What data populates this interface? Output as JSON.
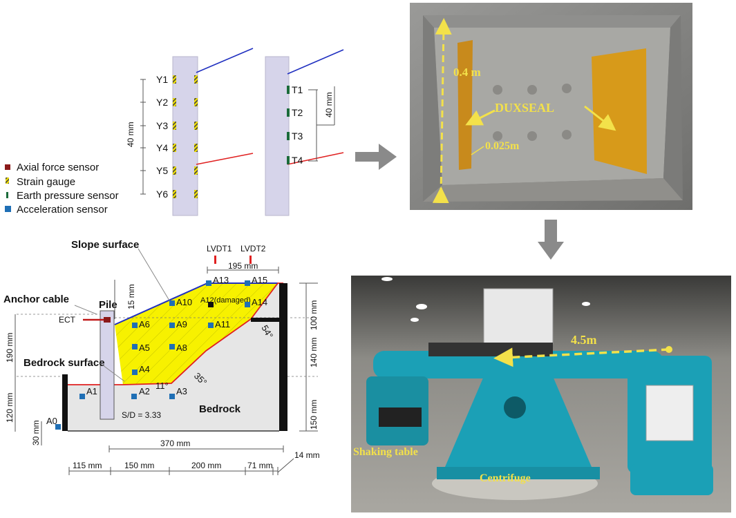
{
  "legend": {
    "axial": "Axial force sensor",
    "strain": "Strain gauge",
    "earth": "Earth pressure sensor",
    "accel": "Acceleration sensor"
  },
  "pile_gauges": {
    "strain_labels": [
      "Y1",
      "Y2",
      "Y3",
      "Y4",
      "Y5",
      "Y6"
    ],
    "strain_spacing": "40 mm",
    "pressure_labels": [
      "T1",
      "T2",
      "T3",
      "T4"
    ],
    "pressure_spacing": "40 mm"
  },
  "model": {
    "slope_surface": "Slope surface",
    "anchor_cable": "Anchor cable",
    "pile": "Pile",
    "ect": "ECT",
    "bedrock_surface": "Bedrock surface",
    "bedrock": "Bedrock",
    "sd": "S/D = 3.33",
    "lvdt1": "LVDT1",
    "lvdt2": "LVDT2",
    "angle_11": "11°",
    "angle_35": "35°",
    "angle_54": "54°",
    "sensors": [
      "A0",
      "A1",
      "A2",
      "A3",
      "A4",
      "A5",
      "A6",
      "A8",
      "A9",
      "A10",
      "A11",
      "A12(damaged)",
      "A13",
      "A14",
      "A15"
    ],
    "dims": {
      "top_195": "195 mm",
      "pile_15": "15 mm",
      "left_190": "190 mm",
      "left_120": "120 mm",
      "left_30": "30 mm",
      "right_100": "100 mm",
      "right_140": "140 mm",
      "right_150": "150 mm",
      "base_370": "370 mm",
      "b_115": "115 mm",
      "b_150": "150 mm",
      "b_200": "200 mm",
      "b_71": "71 mm",
      "b_14": "14 mm"
    }
  },
  "container_photo": {
    "height": "0.4 m",
    "duxseal": "DUXSEAL",
    "thickness": "0.025m"
  },
  "centrifuge_photo": {
    "radius": "4.5m",
    "shaking_table": "Shaking table",
    "centrifuge": "Centrifuge"
  },
  "colors": {
    "axial": "#8b1a1a",
    "strain": "#d4c400",
    "earth": "#1a6b3a",
    "accel": "#1f6fb5",
    "slope_fill": "#f7f100",
    "bedrock_fill": "#e6e6e6",
    "pile_fill": "#d6d4ea",
    "arrow_grey": "#8a8a8a"
  }
}
